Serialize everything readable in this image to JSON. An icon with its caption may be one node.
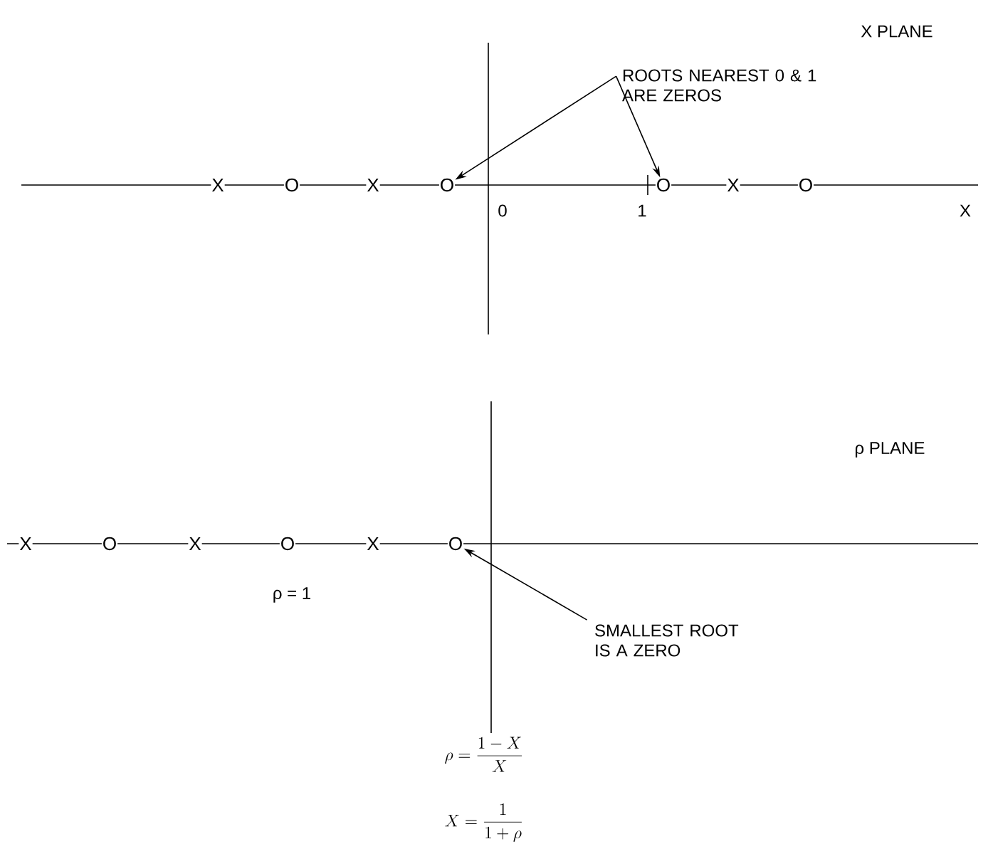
{
  "diagram": {
    "nodes": [
      {
        "text": [
          "ROOTS NEAREST 0 & 1 ARE ZEROS"
        ]
      },
      {
        "text": [
          "X"
        ]
      },
      {
        "text": [
          "O"
        ]
      },
      {
        "text": [
          "X"
        ]
      },
      {
        "text": [
          "O"
        ]
      },
      {
        "text": [
          "O"
        ]
      },
      {
        "text": [
          "X"
        ]
      },
      {
        "text": [
          "O"
        ]
      },
      {
        "text": [
          "X"
        ]
      },
      {
        "text": [
          "O"
        ]
      },
      {
        "text": [
          "X"
        ]
      },
      {
        "text": [
          "O"
        ]
      },
      {
        "text": [
          "X"
        ]
      },
      {
        "text": [
          "O"
        ]
      },
      {
        "text": [
          "SMALLEST ROOT IS A ZERO"
        ]
      }
    ],
    "edges": [
      {
        "from": 0,
        "to": 4,
        "arrow": "to"
      },
      {
        "from": 0,
        "to": 5,
        "arrow": "to"
      },
      {
        "from": 14,
        "to": 13,
        "arrow": "to"
      }
    ],
    "labels": [
      "X PLANE",
      "0",
      "1",
      "X",
      "ρ PLANE",
      "ρ = 1",
      "\\rho = \\frac{1-X}{X}",
      "X = \\frac{1}{1+\\rho}"
    ]
  }
}
